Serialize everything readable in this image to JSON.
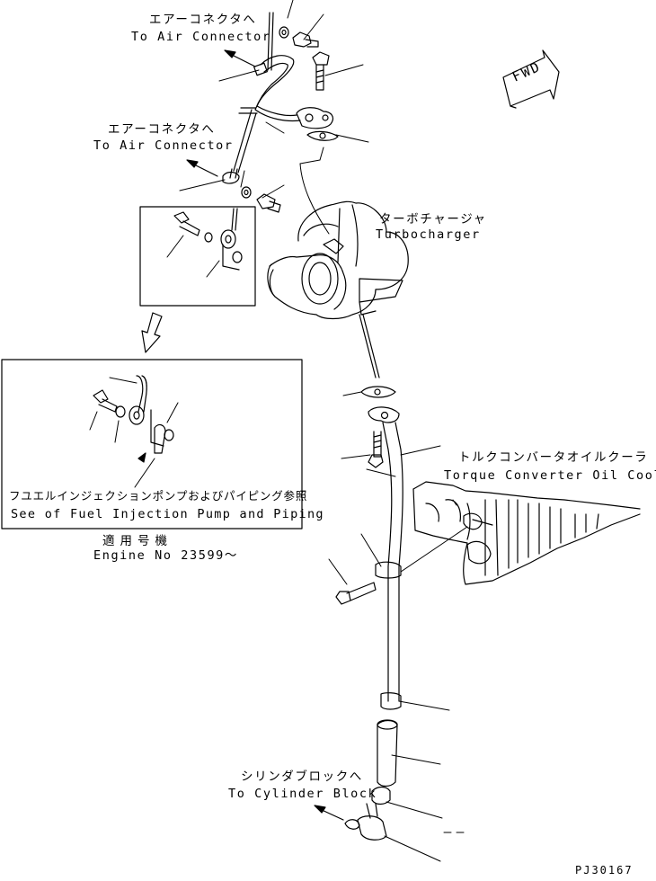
{
  "labels": {
    "air_connector_1": {
      "jp": "エアーコネクタへ",
      "en": "To Air Connector"
    },
    "air_connector_2": {
      "jp": "エアーコネクタへ",
      "en": "To Air Connector"
    },
    "turbocharger": {
      "jp": "ターボチャージャ",
      "en": "Turbocharger"
    },
    "torque_converter_cooler": {
      "jp": "トルクコンバータオイルクーラ",
      "en": "Torque Converter Oil Cooler"
    },
    "fuel_injection_note": {
      "jp": "フユエルインジェクションポンプおよびパイピング参照",
      "en": "See of Fuel Injection Pump and Piping"
    },
    "applicable": {
      "jp": "適用号機",
      "en": "Engine No 23599～"
    },
    "cylinder_block": {
      "jp": "シリンダブロックへ",
      "en": "To Cylinder Block"
    },
    "fwd": "FWD",
    "drawing_id": "PJ30167"
  }
}
